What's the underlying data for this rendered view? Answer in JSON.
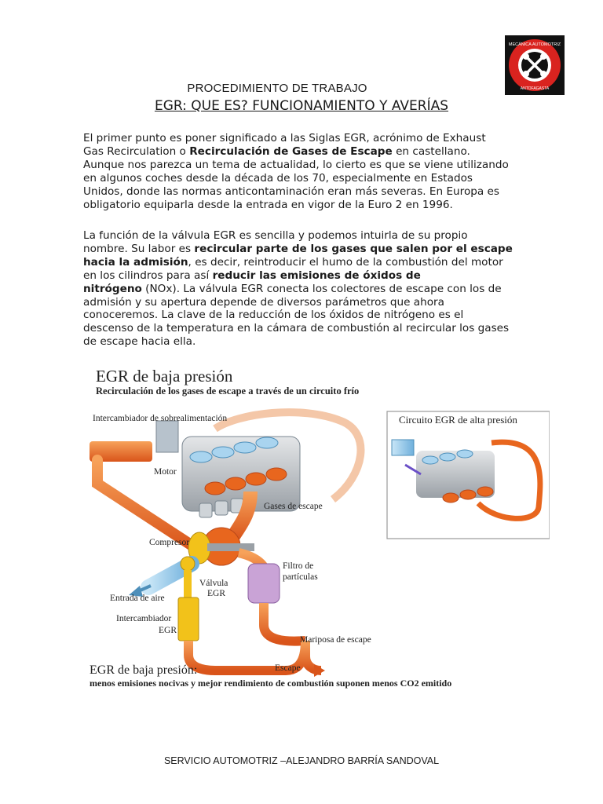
{
  "header": {
    "procedure_label": "PROCEDIMIENTO DE TRABAJO",
    "title": "EGR: QUE ES? FUNCIONAMIENTO Y AVERÍAS",
    "logo_text_top": "MECÁNICA AUTOMOTRIZ",
    "logo_text_bottom": "ANTOFAGASTA"
  },
  "paragraph1": [
    "El primer punto es poner significado a las Siglas EGR, acrónimo de Exhaust",
    "Gas Recirculation o ",
    "Recirculación de Gases de Escape",
    " en castellano.",
    "Aunque nos parezca un tema de actualidad, lo cierto es que se viene utilizando",
    "en algunos coches desde la década de los 70, especialmente en Estados",
    "Unidos, donde las normas anticontaminación eran más severas. En Europa es",
    "obligatorio equiparla desde la entrada en vigor de la Euro 2 en 1996."
  ],
  "paragraph2": [
    "La función de la válvula EGR es sencilla y podemos intuirla de su propio",
    "nombre. Su labor es ",
    "recircular parte de los gases que salen por el escape",
    "hacia la admisión",
    ", es decir, reintroducir el humo de la combustión del motor",
    "en los cilindros para así ",
    "reducir las emisiones de óxidos de",
    "nitrógeno",
    " (NOx). La válvula EGR conecta los colectores de escape con los de",
    "admisión y su apertura depende de diversos parámetros que ahora",
    "conoceremos. La clave de la reducción de los óxidos de nitrógeno es el",
    "descenso de la temperatura en la cámara de combustión al recircular los gases",
    "de escape hacia ella."
  ],
  "figure": {
    "title": "EGR de baja presión",
    "subtitle": "Recirculación de los gases de escape a través de un circuito frío",
    "inset_title": "Circuito EGR de alta presión",
    "labels": {
      "intercooler": "Intercambiador de sobrealimentación",
      "motor": "Motor",
      "exhaust_gases": "Gases de escape",
      "compressor": "Compresor",
      "filter_1": "Filtro de",
      "filter_2": "partículas",
      "valve_1": "Válvula",
      "valve_2": "EGR",
      "air_inlet": "Entrada de aire",
      "egr_cooler_1": "Intercambiador",
      "egr_cooler_2": "EGR",
      "throttle": "Mariposa de escape",
      "exhaust": "Escape"
    },
    "caption_title": "EGR de baja presión:",
    "caption_text": "menos emisiones nocivas y mejor rendimiento de combustión suponen menos CO2 emitido"
  },
  "footer": {
    "text": "SERVICIO AUTOMOTRIZ –ALEJANDRO BARRÍA SANDOVAL"
  },
  "colors": {
    "exhaust_orange": "#e8661e",
    "intake_blue": "#8fc4e6",
    "egr_yellow": "#f2c21a",
    "filter_purple": "#c9a3d6",
    "logo_red": "#d9231f"
  }
}
